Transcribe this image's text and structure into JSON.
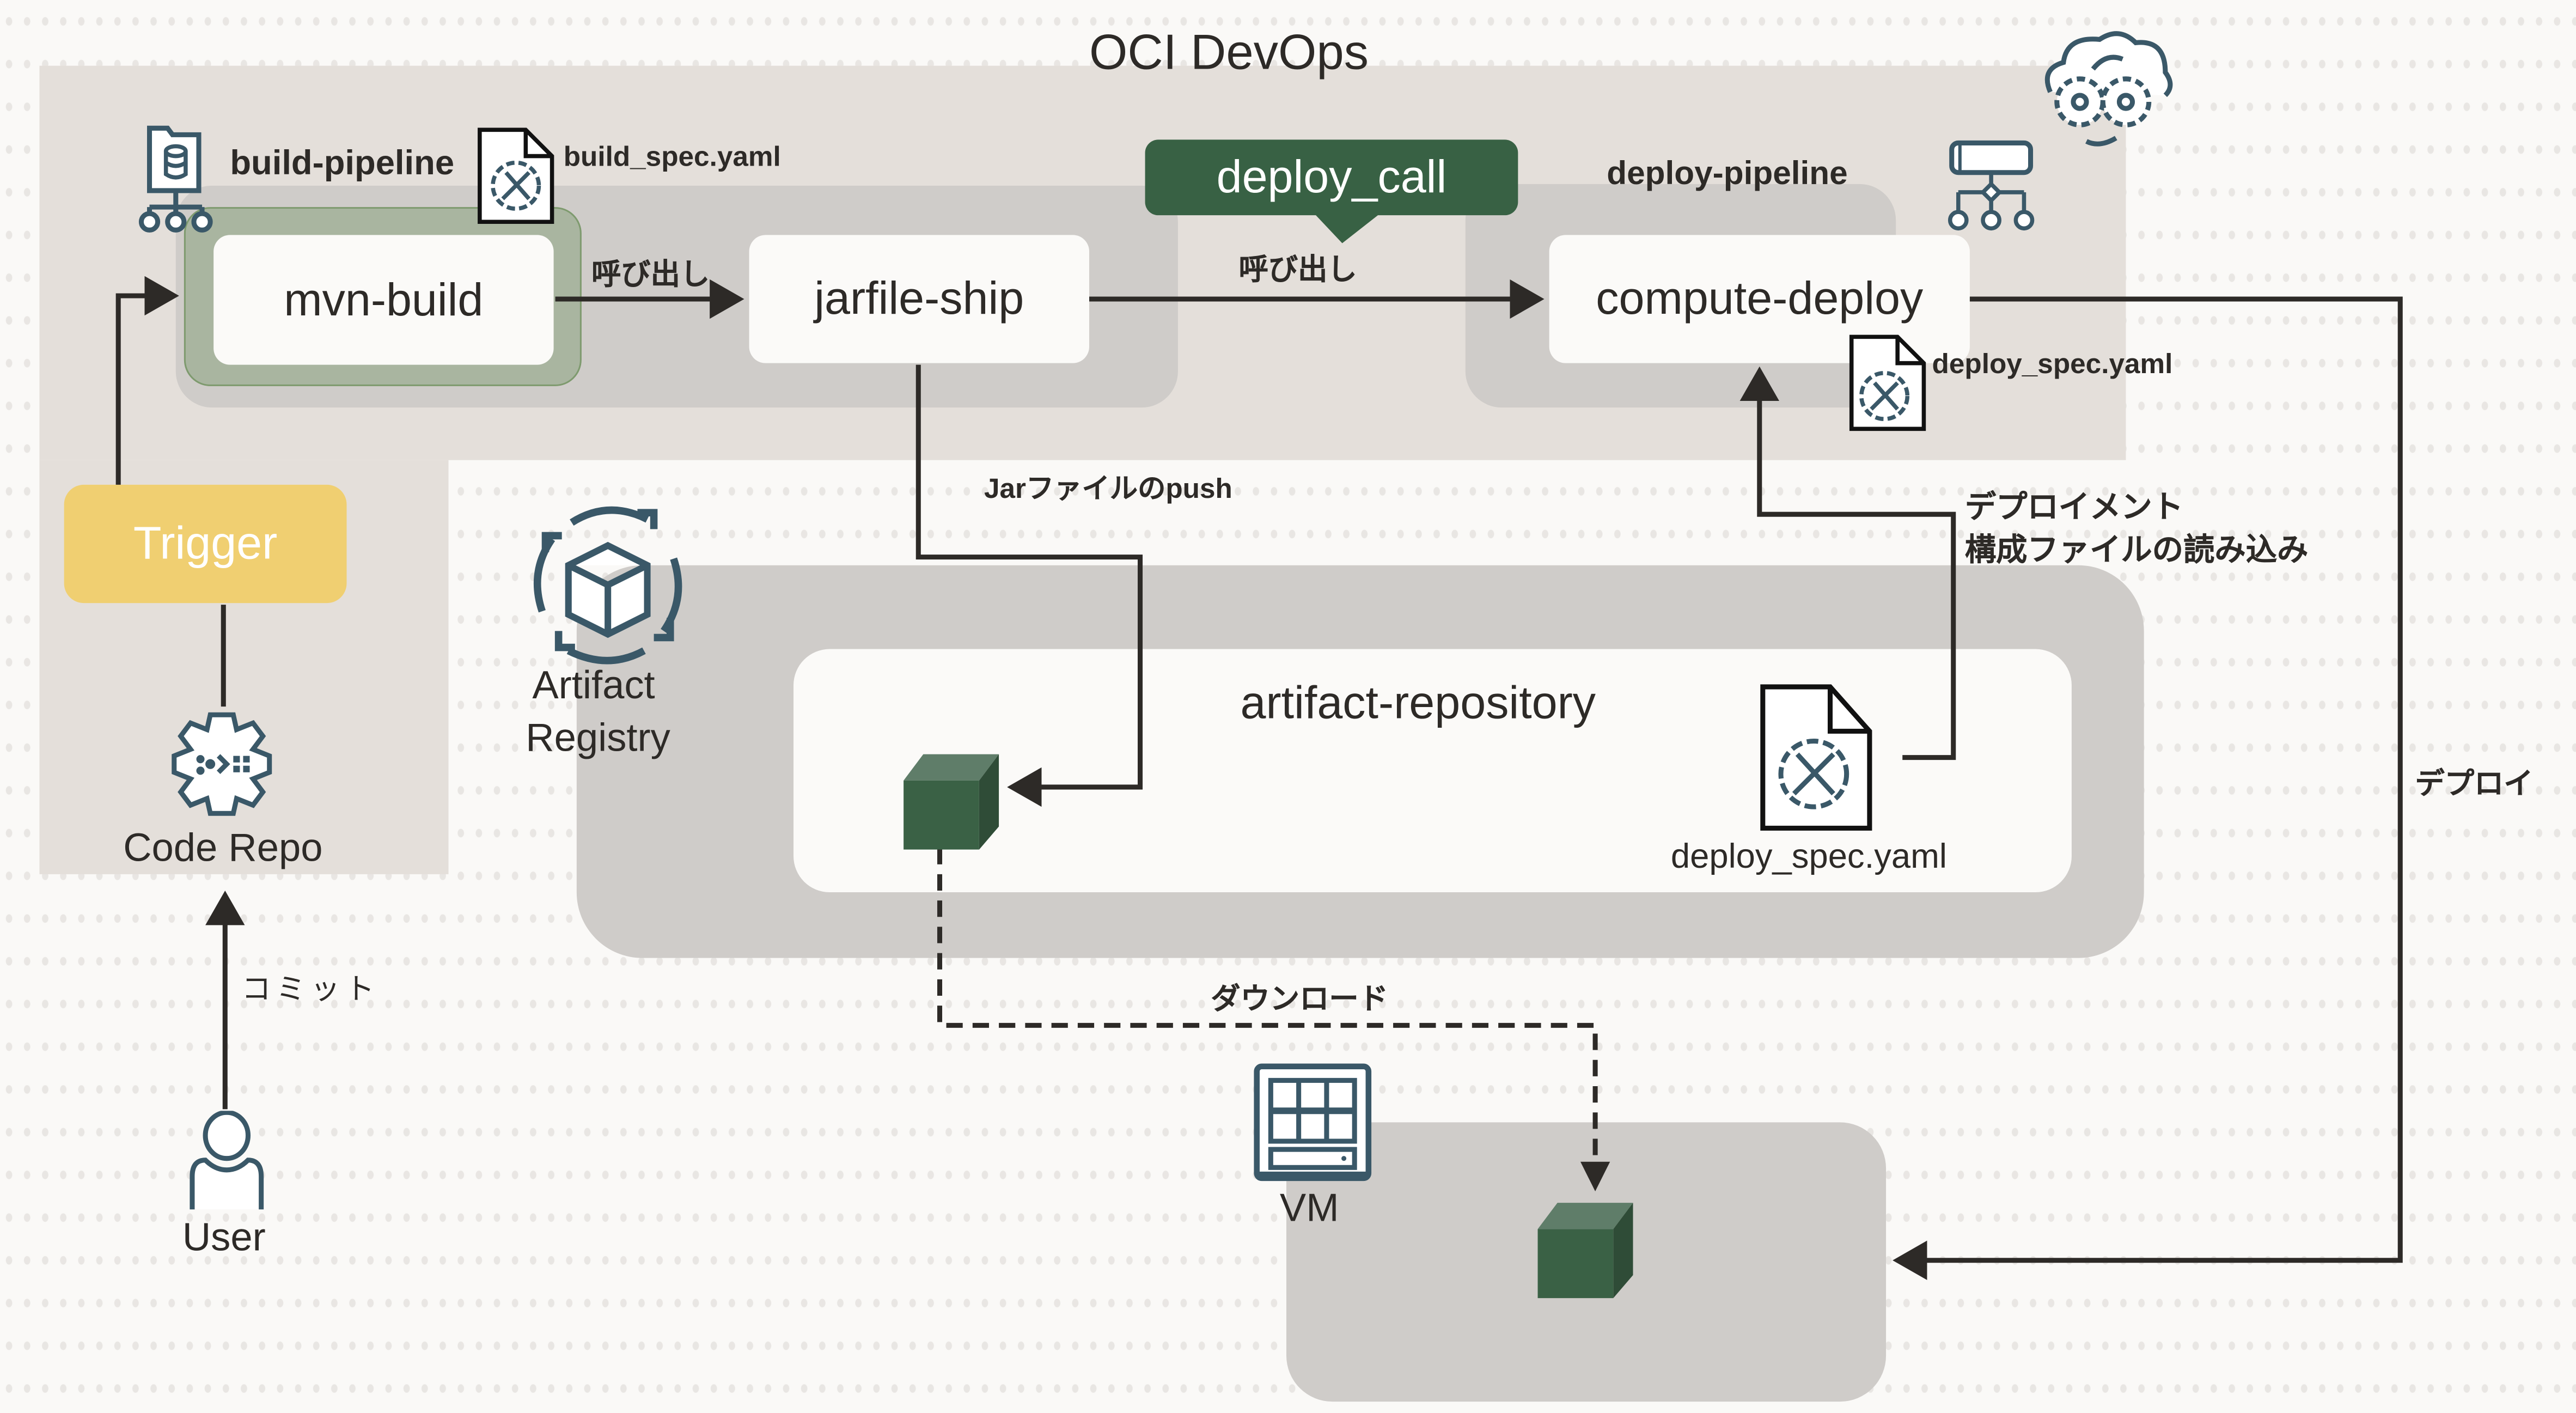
{
  "title": "OCI DevOps",
  "colors": {
    "devops_bg": "#e4dfda",
    "pipeline_bg": "#cfccc9",
    "node_bg": "#fbfaf8",
    "build_highlight": "#a9b5a0",
    "build_highlight_border": "#7e9a6e",
    "deploy_call_bg": "#386144",
    "trigger_bg": "#f0cf71",
    "artifact_green": "#3a6145",
    "icon_color": "#3a5868",
    "line_color": "#2d2a27"
  },
  "build_pipeline": {
    "label": "build-pipeline",
    "spec_file": "build_spec.yaml",
    "stage": "mvn-build"
  },
  "jarfile_ship": {
    "label": "jarfile-ship"
  },
  "deploy_call": {
    "label": "deploy_call"
  },
  "deploy_pipeline": {
    "label": "deploy-pipeline",
    "stage": "compute-deploy",
    "spec_file": "deploy_spec.yaml"
  },
  "trigger": {
    "label": "Trigger"
  },
  "code_repo": {
    "label": "Code Repo"
  },
  "user": {
    "label": "User"
  },
  "artifact_registry": {
    "label_line1": "Artifact",
    "label_line2": "Registry",
    "repository": "artifact-repository",
    "spec_file": "deploy_spec.yaml"
  },
  "vm": {
    "label": "VM"
  },
  "edges": {
    "call_1": "呼び出し",
    "call_2": "呼び出し",
    "jar_push": "Jarファイルのpush",
    "read_config_line1": "デプロイメント",
    "read_config_line2": "構成ファイルの読み込み",
    "deploy": "デプロイ",
    "download": "ダウンロード",
    "commit": "コミット"
  }
}
